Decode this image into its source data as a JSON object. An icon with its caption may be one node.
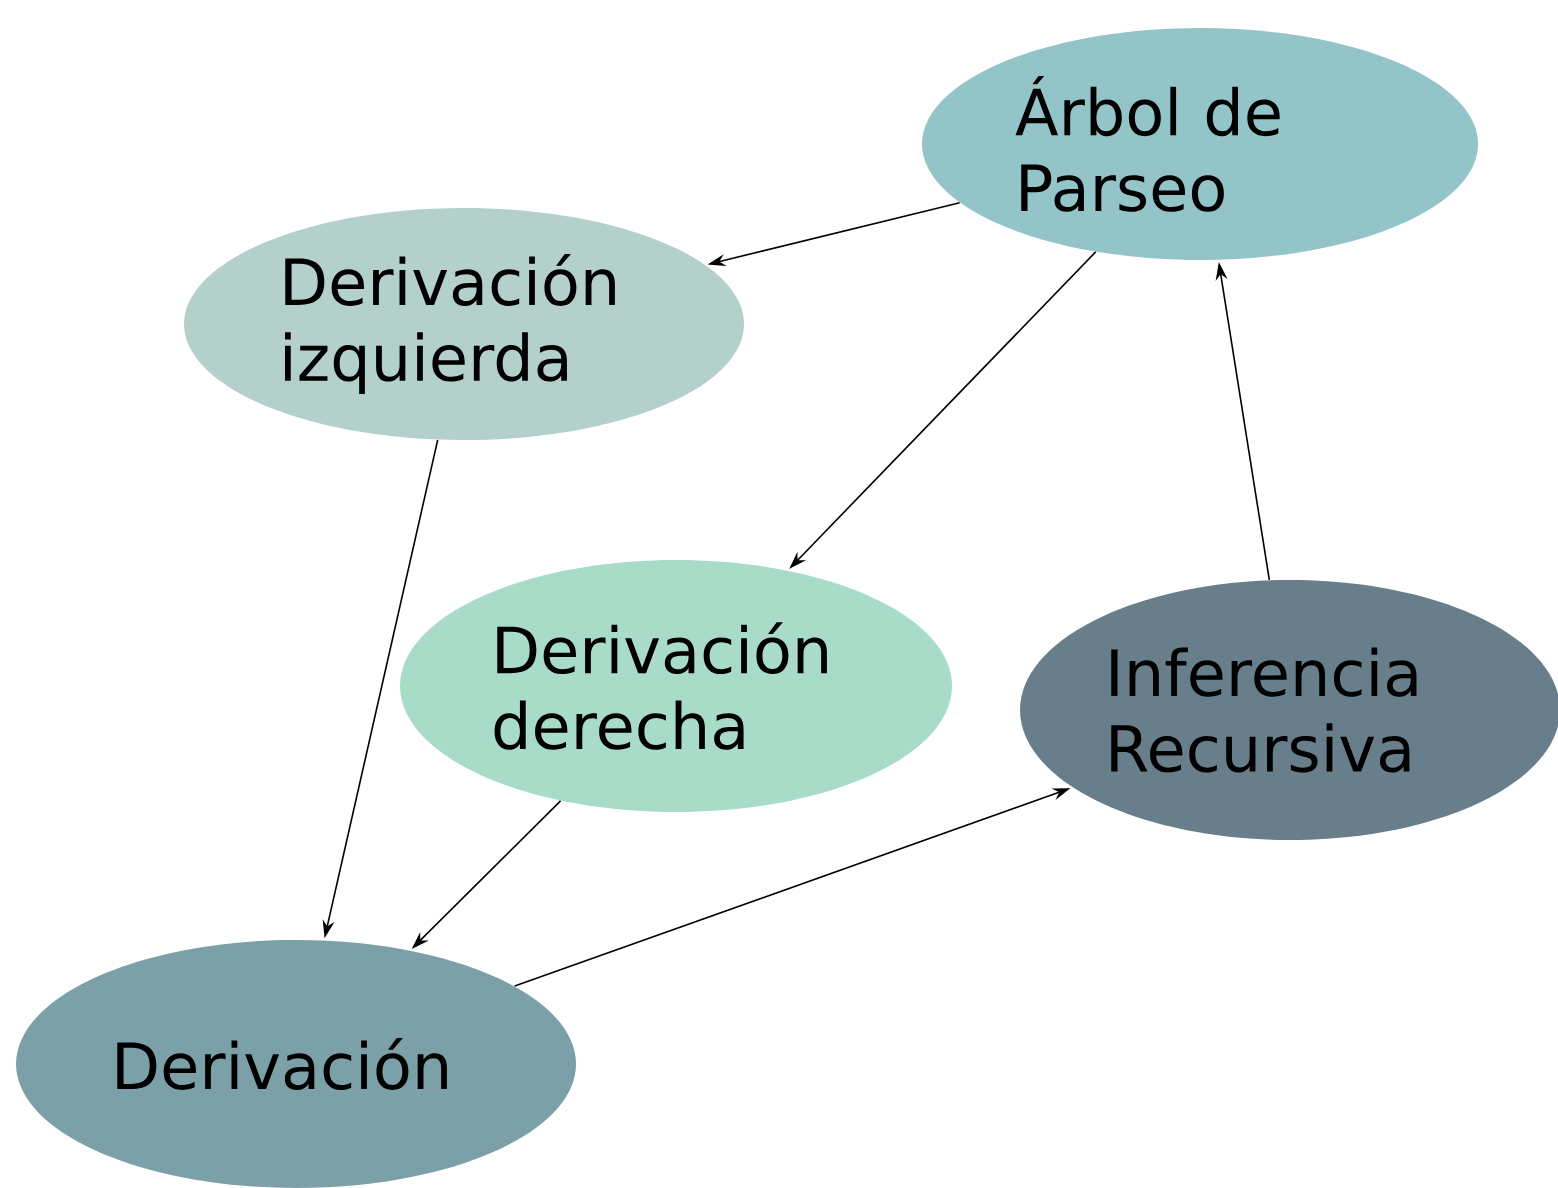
{
  "diagram": {
    "nodes": [
      {
        "text": [
          "Árbol de Parseo"
        ]
      },
      {
        "text": [
          "Derivación izquierda"
        ]
      },
      {
        "text": [
          "Derivación derecha"
        ]
      },
      {
        "text": [
          "Inferencia Recursiva"
        ]
      },
      {
        "text": [
          "Derivación"
        ]
      }
    ],
    "edges": [
      {
        "from": 0,
        "to": 1,
        "arrow": "to"
      },
      {
        "from": 0,
        "to": 2,
        "arrow": "to"
      },
      {
        "from": 1,
        "to": 4,
        "arrow": "to"
      },
      {
        "from": 2,
        "to": 4,
        "arrow": "to"
      },
      {
        "from": 4,
        "to": 3,
        "arrow": "to"
      },
      {
        "from": 3,
        "to": 0,
        "arrow": "to"
      }
    ]
  }
}
